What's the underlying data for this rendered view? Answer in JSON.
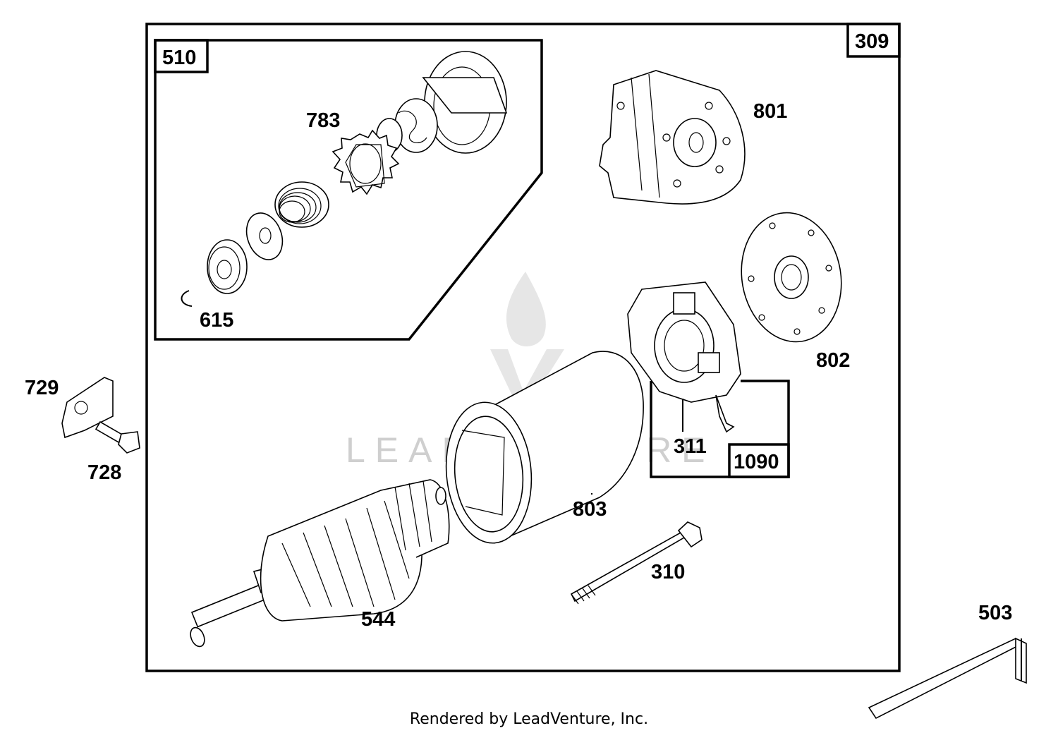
{
  "diagram": {
    "boxes": {
      "main": "309",
      "drive": "510",
      "brush": "1090"
    },
    "parts": {
      "p783": "783",
      "p615": "615",
      "p801": "801",
      "p802": "802",
      "p311": "311",
      "p803": "803",
      "p310": "310",
      "p544": "544",
      "p729": "729",
      "p728": "728",
      "p503": "503"
    },
    "watermark": "LEADVENTURE",
    "footer": "Rendered by LeadVenture, Inc."
  }
}
